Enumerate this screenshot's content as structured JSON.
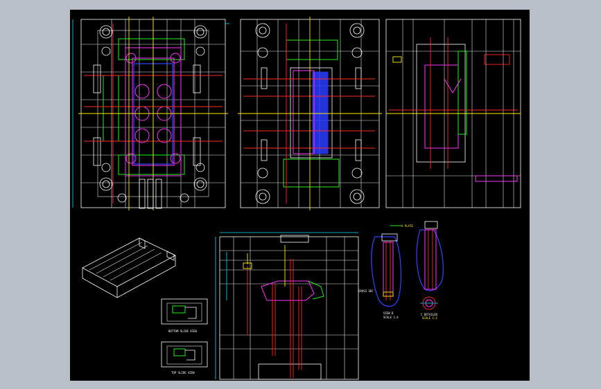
{
  "drawing": {
    "labels": {
      "bottom_slide_view": "BOTTOM SLIDE VIEW",
      "top_slide_view": "TOP SLIDE VIEW",
      "a_plate": "A PLATE",
      "view_d": "VIEW D",
      "view_d_scale": "SCALE 1:4",
      "c_detailed": "C DETAILED",
      "c_detailed_scale": "SCALE 1:3",
      "cross_section": "CROSS SEC"
    },
    "colors": {
      "background": "#000000",
      "frame": "#b8bfc8",
      "lines": "#ffffff",
      "core": "#ff33ff",
      "cooling": "#ff2a2a",
      "slide": "#22ee22",
      "center": "#ffee00",
      "dims": "#00e0ff",
      "cavity": "#2a3cff"
    }
  }
}
